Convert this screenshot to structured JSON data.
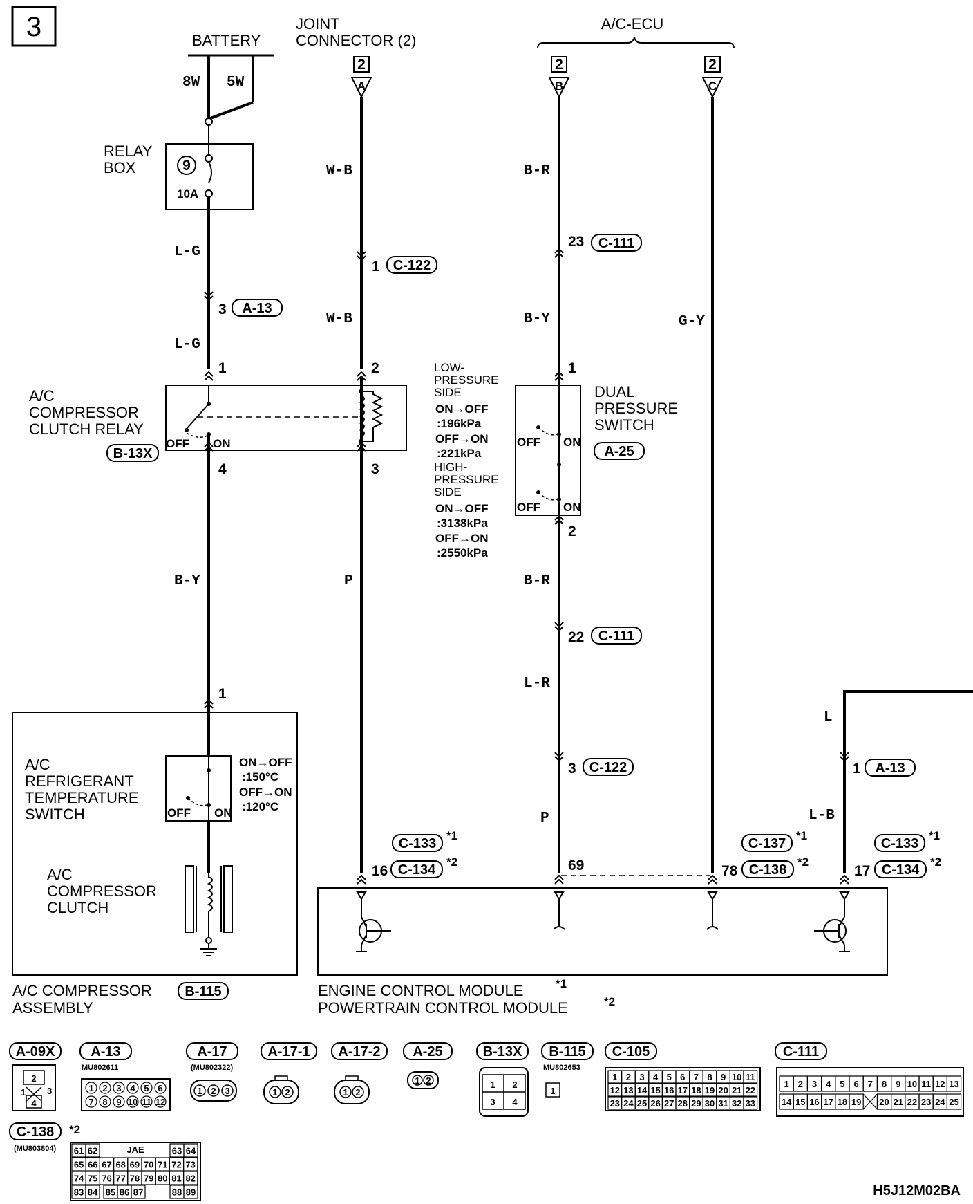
{
  "page_number": "3",
  "diagram_code": "H5J12M02BA",
  "labels": {
    "battery": "BATTERY",
    "joint_connector_1": "JOINT",
    "joint_connector_2": "CONNECTOR (2)",
    "ac_ecu": "A/C-ECU",
    "relay_box_1": "RELAY",
    "relay_box_2": "BOX",
    "fuse_no": "9",
    "fuse_amp": "10A",
    "clutch_relay_1": "A/C",
    "clutch_relay_2": "COMPRESSOR",
    "clutch_relay_3": "CLUTCH RELAY",
    "clutch_relay_conn": "B-13X",
    "off": "OFF",
    "on": "ON",
    "dual_ps_1": "DUAL",
    "dual_ps_2": "PRESSURE",
    "dual_ps_3": "SWITCH",
    "dual_ps_conn": "A-25",
    "lp_1": "LOW-",
    "lp_2": "PRESSURE",
    "lp_3": "SIDE",
    "lp_4": "ON→OFF",
    "lp_5": ":196kPa",
    "lp_6": "OFF→ON",
    "lp_7": ":221kPa",
    "hp_1": "HIGH-",
    "hp_2": "PRESSURE",
    "hp_3": "SIDE",
    "hp_4": "ON→OFF",
    "hp_5": ":3138kPa",
    "hp_6": "OFF→ON",
    "hp_7": ":2550kPa",
    "rts_1": "A/C",
    "rts_2": "REFRIGERANT",
    "rts_3": "TEMPERATURE",
    "rts_4": "SWITCH",
    "rts_t1": "ON→OFF",
    "rts_t2": ":150°C",
    "rts_t3": "OFF→ON",
    "rts_t4": ":120°C",
    "clutch_1": "A/C",
    "clutch_2": "COMPRESSOR",
    "clutch_3": "CLUTCH",
    "assembly_1": "A/C COMPRESSOR",
    "assembly_conn": "B-115",
    "assembly_2": "ASSEMBLY",
    "ecm": "ENGINE CONTROL MODULE",
    "pcm": "POWERTRAIN CONTROL MODULE",
    "star1": "*1",
    "star2": "*2"
  },
  "wires": {
    "w8w": "8W",
    "w5w": "5W",
    "lg1": "L-G",
    "lg2": "L-G",
    "wb1": "W-B",
    "wb2": "W-B",
    "br1": "B-R",
    "by1": "B-Y",
    "gy": "G-Y",
    "by2": "B-Y",
    "p1": "P",
    "br2": "B-R",
    "lr": "L-R",
    "p2": "P",
    "l": "L",
    "lb": "L-B"
  },
  "pins": {
    "a13_3": "3",
    "relay_1": "1",
    "relay_2": "2",
    "relay_4": "4",
    "relay_3": "3",
    "c122_1": "1",
    "c111_23": "23",
    "dps_1": "1",
    "dps_2": "2",
    "c111_22": "22",
    "c122_3": "3",
    "comp_1": "1",
    "a13_1": "1",
    "ecm_16": "16",
    "ecm_69": "69",
    "ecm_78": "78",
    "ecm_17": "17"
  },
  "connectors": {
    "a13": "A-13",
    "c122a": "C-122",
    "c111a": "C-111",
    "c111b": "C-111",
    "c122b": "C-122",
    "a13b": "A-13",
    "c133a": "C-133",
    "c134a": "C-134",
    "c137": "C-137",
    "c138": "C-138",
    "c133b": "C-133",
    "c134b": "C-134"
  },
  "joint_terms": {
    "a_num": "2",
    "a_let": "A",
    "b_num": "2",
    "b_let": "B",
    "c_num": "2",
    "c_let": "C"
  },
  "connector_table": {
    "a09x": "A-09X",
    "a13": "A-13",
    "a13_part": "MU802611",
    "a17": "A-17",
    "a17_part": "(MU802322)",
    "a171": "A-17-1",
    "a172": "A-17-2",
    "a25": "A-25",
    "b13x": "B-13X",
    "b115": "B-115",
    "b115_part": "MU802653",
    "c105": "C-105",
    "c111": "C-111",
    "c138": "C-138",
    "c138_part": "(MU803804)",
    "c138_jae": "JAE"
  },
  "pin_grids": {
    "a13_r1": [
      "1",
      "2",
      "3",
      "4",
      "5",
      "6"
    ],
    "a13_r2": [
      "7",
      "8",
      "9",
      "10",
      "11",
      "12"
    ],
    "c105_r1": [
      "1",
      "2",
      "3",
      "4",
      "5",
      "6",
      "7",
      "8",
      "9",
      "10",
      "11"
    ],
    "c105_r2": [
      "12",
      "13",
      "14",
      "15",
      "16",
      "17",
      "18",
      "19",
      "20",
      "21",
      "22"
    ],
    "c105_r3": [
      "23",
      "24",
      "25",
      "26",
      "27",
      "28",
      "29",
      "30",
      "31",
      "32",
      "33"
    ],
    "c111_r1": [
      "1",
      "2",
      "3",
      "4",
      "5",
      "6",
      "7",
      "8",
      "9",
      "10",
      "11",
      "12",
      "13"
    ],
    "c111_r2": [
      "14",
      "15",
      "16",
      "17",
      "18",
      "19",
      "",
      "20",
      "21",
      "22",
      "23",
      "24",
      "25"
    ],
    "c138_r1": [
      "61",
      "62",
      "63",
      "64"
    ],
    "c138_r2": [
      "65",
      "66",
      "67",
      "68",
      "69",
      "70",
      "71",
      "72",
      "73"
    ],
    "c138_r3": [
      "74",
      "75",
      "76",
      "77",
      "78",
      "79",
      "80",
      "81",
      "82"
    ],
    "c138_r4": [
      "83",
      "84",
      "85",
      "86",
      "87",
      "88",
      "89"
    ]
  }
}
